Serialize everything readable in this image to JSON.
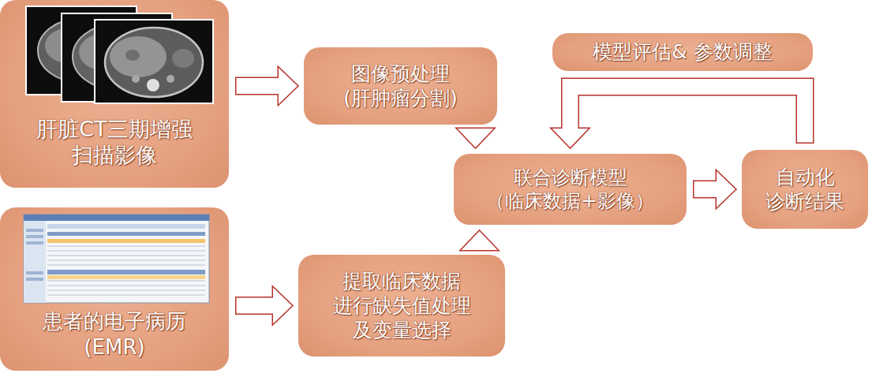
{
  "diagram": {
    "nodes": [
      {
        "text": [
          "肝脏CT三期增强 扫描影像"
        ]
      },
      {
        "text": [
          "图像预处理 (肝肿瘤分割)"
        ]
      },
      {
        "text": [
          "模型评估& 参数调整"
        ]
      },
      {
        "text": [
          "联合诊断模型 （临床数据+影像）"
        ]
      },
      {
        "text": [
          "自动化 诊断结果"
        ]
      },
      {
        "text": [
          "患者的电子病历 (EMR)"
        ]
      },
      {
        "text": [
          "提取临床数据 进行缺失值处理 及变量选择"
        ]
      }
    ],
    "edges": [
      {
        "from": 0,
        "to": 1,
        "arrow": "to"
      },
      {
        "from": 1,
        "to": 3,
        "arrow": "to"
      },
      {
        "from": 6,
        "to": 3,
        "arrow": "to"
      },
      {
        "from": 3,
        "to": 4,
        "arrow": "to"
      },
      {
        "from": 4,
        "to": 3,
        "arrow": "to"
      },
      {
        "from": 5,
        "to": 6,
        "arrow": "to"
      }
    ]
  }
}
